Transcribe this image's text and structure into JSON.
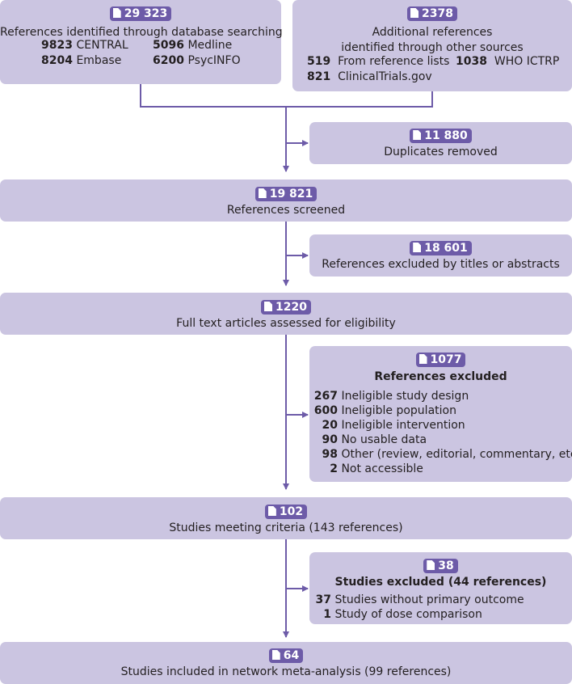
{
  "colors": {
    "box_fill": "#cbc5e1",
    "badge_fill": "#6d5ba8",
    "line": "#6d5ba8",
    "text": "#231f20"
  },
  "icon": "document-icon",
  "db_search": {
    "count": "29 323",
    "title": "References identified through database searching",
    "items": [
      {
        "n": "9823",
        "label": "CENTRAL"
      },
      {
        "n": "5096",
        "label": "Medline"
      },
      {
        "n": "8204",
        "label": "Embase"
      },
      {
        "n": "6200",
        "label": "PsycINFO"
      }
    ]
  },
  "other_sources": {
    "count": "2378",
    "title_line1": "Additional references",
    "title_line2": "identified through other sources",
    "items": [
      {
        "n": "519",
        "label": "From reference lists"
      },
      {
        "n": "1038",
        "label": "WHO ICTRP"
      },
      {
        "n": "821",
        "label": "ClinicalTrials.gov"
      }
    ]
  },
  "duplicates": {
    "count": "11 880",
    "label": "Duplicates removed"
  },
  "screened": {
    "count": "19 821",
    "label": "References screened"
  },
  "excluded_titles": {
    "count": "18 601",
    "label": "References excluded by titles or abstracts"
  },
  "full_text": {
    "count": "1220",
    "label": "Full text articles assessed for eligibility"
  },
  "refs_excluded": {
    "count": "1077",
    "title": "References excluded",
    "items": [
      {
        "n": "267",
        "label": "Ineligible study design"
      },
      {
        "n": "600",
        "label": "Ineligible population"
      },
      {
        "n": "20",
        "label": "Ineligible  intervention"
      },
      {
        "n": "90",
        "label": "No usable data"
      },
      {
        "n": "98",
        "label": "Other (review, editorial, commentary, etc)"
      },
      {
        "n": "2",
        "label": "Not accessible"
      }
    ]
  },
  "meeting": {
    "count": "102",
    "label": "Studies meeting criteria (143 references)"
  },
  "studies_excluded": {
    "count": "38",
    "title": "Studies excluded (44 references)",
    "items": [
      {
        "n": "37",
        "label": "Studies without primary outcome"
      },
      {
        "n": "1",
        "label": "Study of dose comparison"
      }
    ]
  },
  "included": {
    "count": "64",
    "label": "Studies included in network meta-analysis (99 references)"
  }
}
